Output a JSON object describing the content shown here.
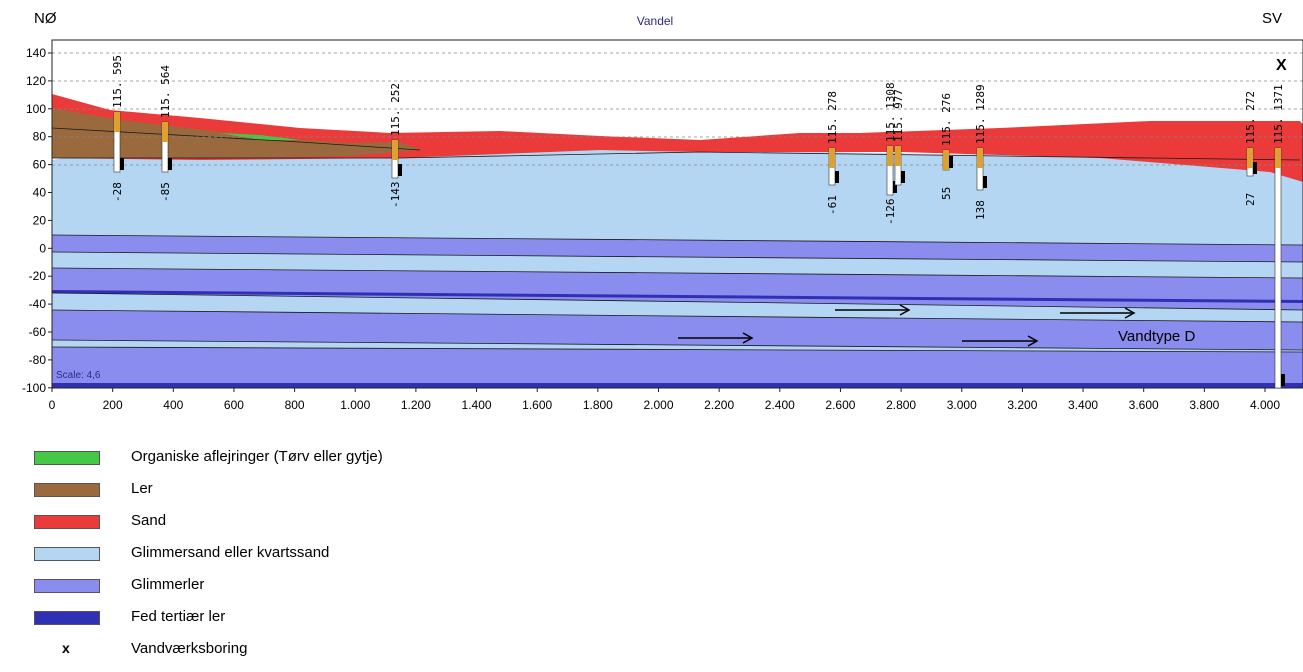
{
  "header": {
    "left": "NØ",
    "center": "Vandel",
    "right": "SV"
  },
  "yaxis": {
    "ticks": [
      "140",
      "120",
      "100",
      "80",
      "60",
      "40",
      "20",
      "0",
      "-20",
      "-40",
      "-60",
      "-80",
      "-100"
    ]
  },
  "xaxis": {
    "ticks": [
      "0",
      "200",
      "400",
      "600",
      "800",
      "1.000",
      "1.200",
      "1.400",
      "1.600",
      "1.800",
      "2.000",
      "2.200",
      "2.400",
      "2.600",
      "2.800",
      "3.000",
      "3.200",
      "3.400",
      "3.600",
      "3.800",
      "4.000"
    ]
  },
  "scale_label": "Scale: 4,6",
  "well_marker": "X",
  "annotation": "Vandtype D",
  "boreholes": [
    {
      "id": "115. 595",
      "depth": "-28"
    },
    {
      "id": "115. 564",
      "depth": "-85"
    },
    {
      "id": "115. 252",
      "depth": "-143"
    },
    {
      "id": "115. 278",
      "depth": "-61"
    },
    {
      "id": "115. 1308",
      "depth": "-126"
    },
    {
      "id": "115. 977",
      "depth": ""
    },
    {
      "id": "115. 276",
      "depth": "55"
    },
    {
      "id": "115. 1289",
      "depth": "138"
    },
    {
      "id": "115. 272",
      "depth": "27"
    },
    {
      "id": "115. 1371",
      "depth": ""
    }
  ],
  "legend": [
    {
      "label": "Organiske aflejringer (Tørv eller gytje)",
      "color": "#46c846"
    },
    {
      "label": "Ler",
      "color": "#9a6a3e"
    },
    {
      "label": "Sand",
      "color": "#ea3a3a"
    },
    {
      "label": "Glimmersand eller kvartssand",
      "color": "#b4d6f2"
    },
    {
      "label": "Glimmerler",
      "color": "#8a8cee"
    },
    {
      "label": "Fed tertiær ler",
      "color": "#3030b4"
    }
  ],
  "legend_marker": {
    "symbol": "x",
    "label": "Vandværksboring"
  }
}
